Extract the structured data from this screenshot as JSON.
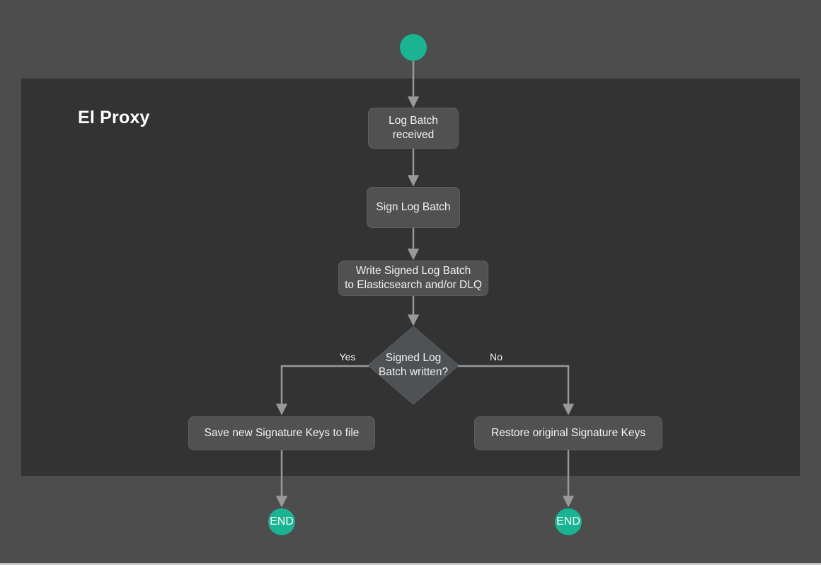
{
  "diagram": {
    "type": "flowchart",
    "container": {
      "title": "El Proxy"
    },
    "nodes": {
      "start": {
        "shape": "circle",
        "label": ""
      },
      "log_batch": {
        "shape": "rounded-rect",
        "label": "Log Batch\nreceived"
      },
      "sign_batch": {
        "shape": "rounded-rect",
        "label": "Sign Log Batch"
      },
      "write_batch": {
        "shape": "rounded-rect",
        "label": "Write Signed Log Batch\nto Elasticsearch and/or DLQ"
      },
      "decision": {
        "shape": "diamond",
        "label": "Signed Log\nBatch written?"
      },
      "save_keys": {
        "shape": "rounded-rect",
        "label": "Save new Signature Keys to file"
      },
      "restore_keys": {
        "shape": "rounded-rect",
        "label": "Restore original Signature Keys"
      },
      "end_left": {
        "shape": "circle",
        "label": "END"
      },
      "end_right": {
        "shape": "circle",
        "label": "END"
      }
    },
    "edges": {
      "yes_label": "Yes",
      "no_label": "No"
    },
    "colors": {
      "background": "#4d4d4d",
      "container_fill": "#333333",
      "node_fill": "#515151",
      "diamond_fill": "#4e5254",
      "terminal_fill": "#1ab493",
      "edge": "#999999",
      "text": "#f2f2f2",
      "bottom_strip": "#c2c2c2"
    }
  }
}
